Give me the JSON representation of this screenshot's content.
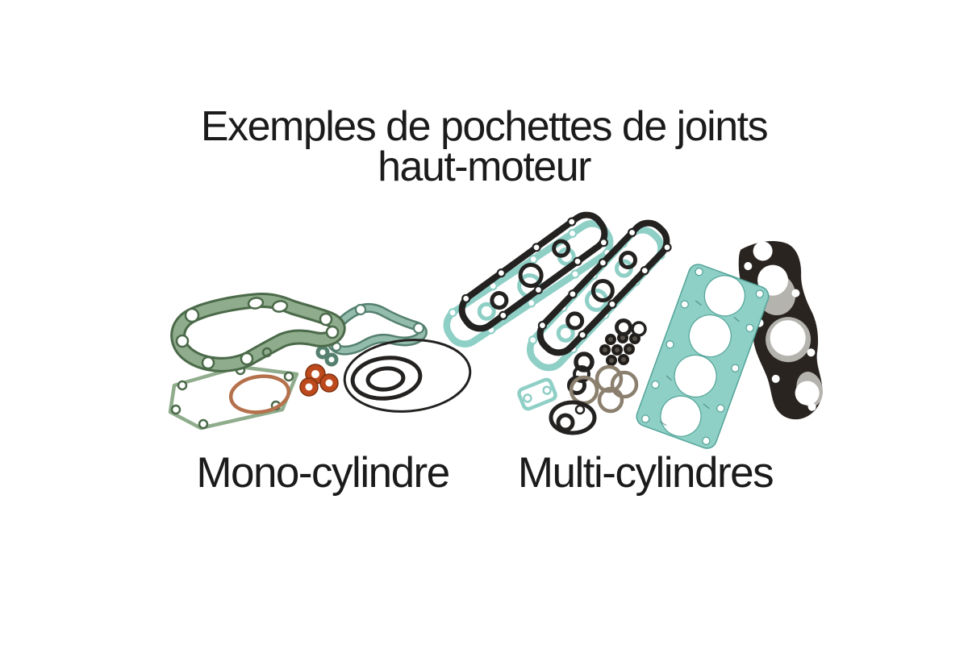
{
  "title": {
    "line1": "Exemples de pochettes de joints",
    "line2": "haut-moteur"
  },
  "kits": {
    "mono": {
      "label": "Mono-cylindre",
      "parts": [
        "cylinder-base-gasket",
        "head-gasket",
        "base-outline-gasket",
        "copper-ring-gasket",
        "orange-sealing-washers",
        "rubber-o-rings"
      ]
    },
    "multi": {
      "label": "Multi-cylindres",
      "parts": [
        "valve-cover-gaskets",
        "four-cylinder-head-gasket",
        "metal-head-gasket",
        "valve-stem-seals",
        "small-o-rings",
        "metal-rings",
        "small-plate-gasket",
        "spectacle-gasket"
      ]
    }
  },
  "colors": {
    "background": "#ffffff",
    "text": "#1b1b1b",
    "sage": "#8fac8c",
    "sage-dark": "#4b6a49",
    "teal-green": "#93bcac",
    "teal-green-dark": "#55806f",
    "copper": "#b5714b",
    "red-orange": "#bc4a1d",
    "black-part": "#242220",
    "teal": "#8ecfc6",
    "teal-dark": "#53a498",
    "dark-gasket": "#2a2421",
    "metal-gray": "#b5b3ae",
    "ring-tan": "#8b7f6e"
  }
}
